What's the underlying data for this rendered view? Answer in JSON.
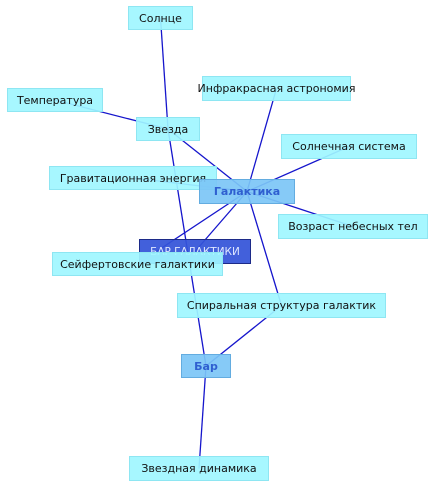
{
  "nodes": {
    "sun": "Солнце",
    "temperature": "Температура",
    "star": "Звезда",
    "infrared": "Инфракрасная астрономия",
    "solar_system": "Солнечная система",
    "gravity": "Гравитационная энергия",
    "galaxy": "Галактика",
    "age": "Возраст небесных тел",
    "bar_galaxy": "БАР ГАЛАКТИКИ",
    "seyfert": "Сейфертовские галактики",
    "spiral": "Спиральная структура галактик",
    "bar": "Бар",
    "stellar_dynamics": "Звездная динамика"
  },
  "edges": [
    [
      "sun",
      "star"
    ],
    [
      "temperature",
      "star"
    ],
    [
      "star",
      "galaxy"
    ],
    [
      "star",
      "bar"
    ],
    [
      "infrared",
      "galaxy"
    ],
    [
      "solar_system",
      "galaxy"
    ],
    [
      "gravity",
      "galaxy"
    ],
    [
      "age",
      "galaxy"
    ],
    [
      "bar_galaxy",
      "galaxy"
    ],
    [
      "seyfert",
      "galaxy"
    ],
    [
      "spiral",
      "galaxy"
    ],
    [
      "spiral",
      "bar"
    ],
    [
      "bar",
      "stellar_dynamics"
    ]
  ],
  "colors": {
    "edge": "#1515cc",
    "leaf_fill": "#a0f6ff",
    "hub_fill": "#7cc6f6",
    "center_fill": "#3454d8"
  }
}
